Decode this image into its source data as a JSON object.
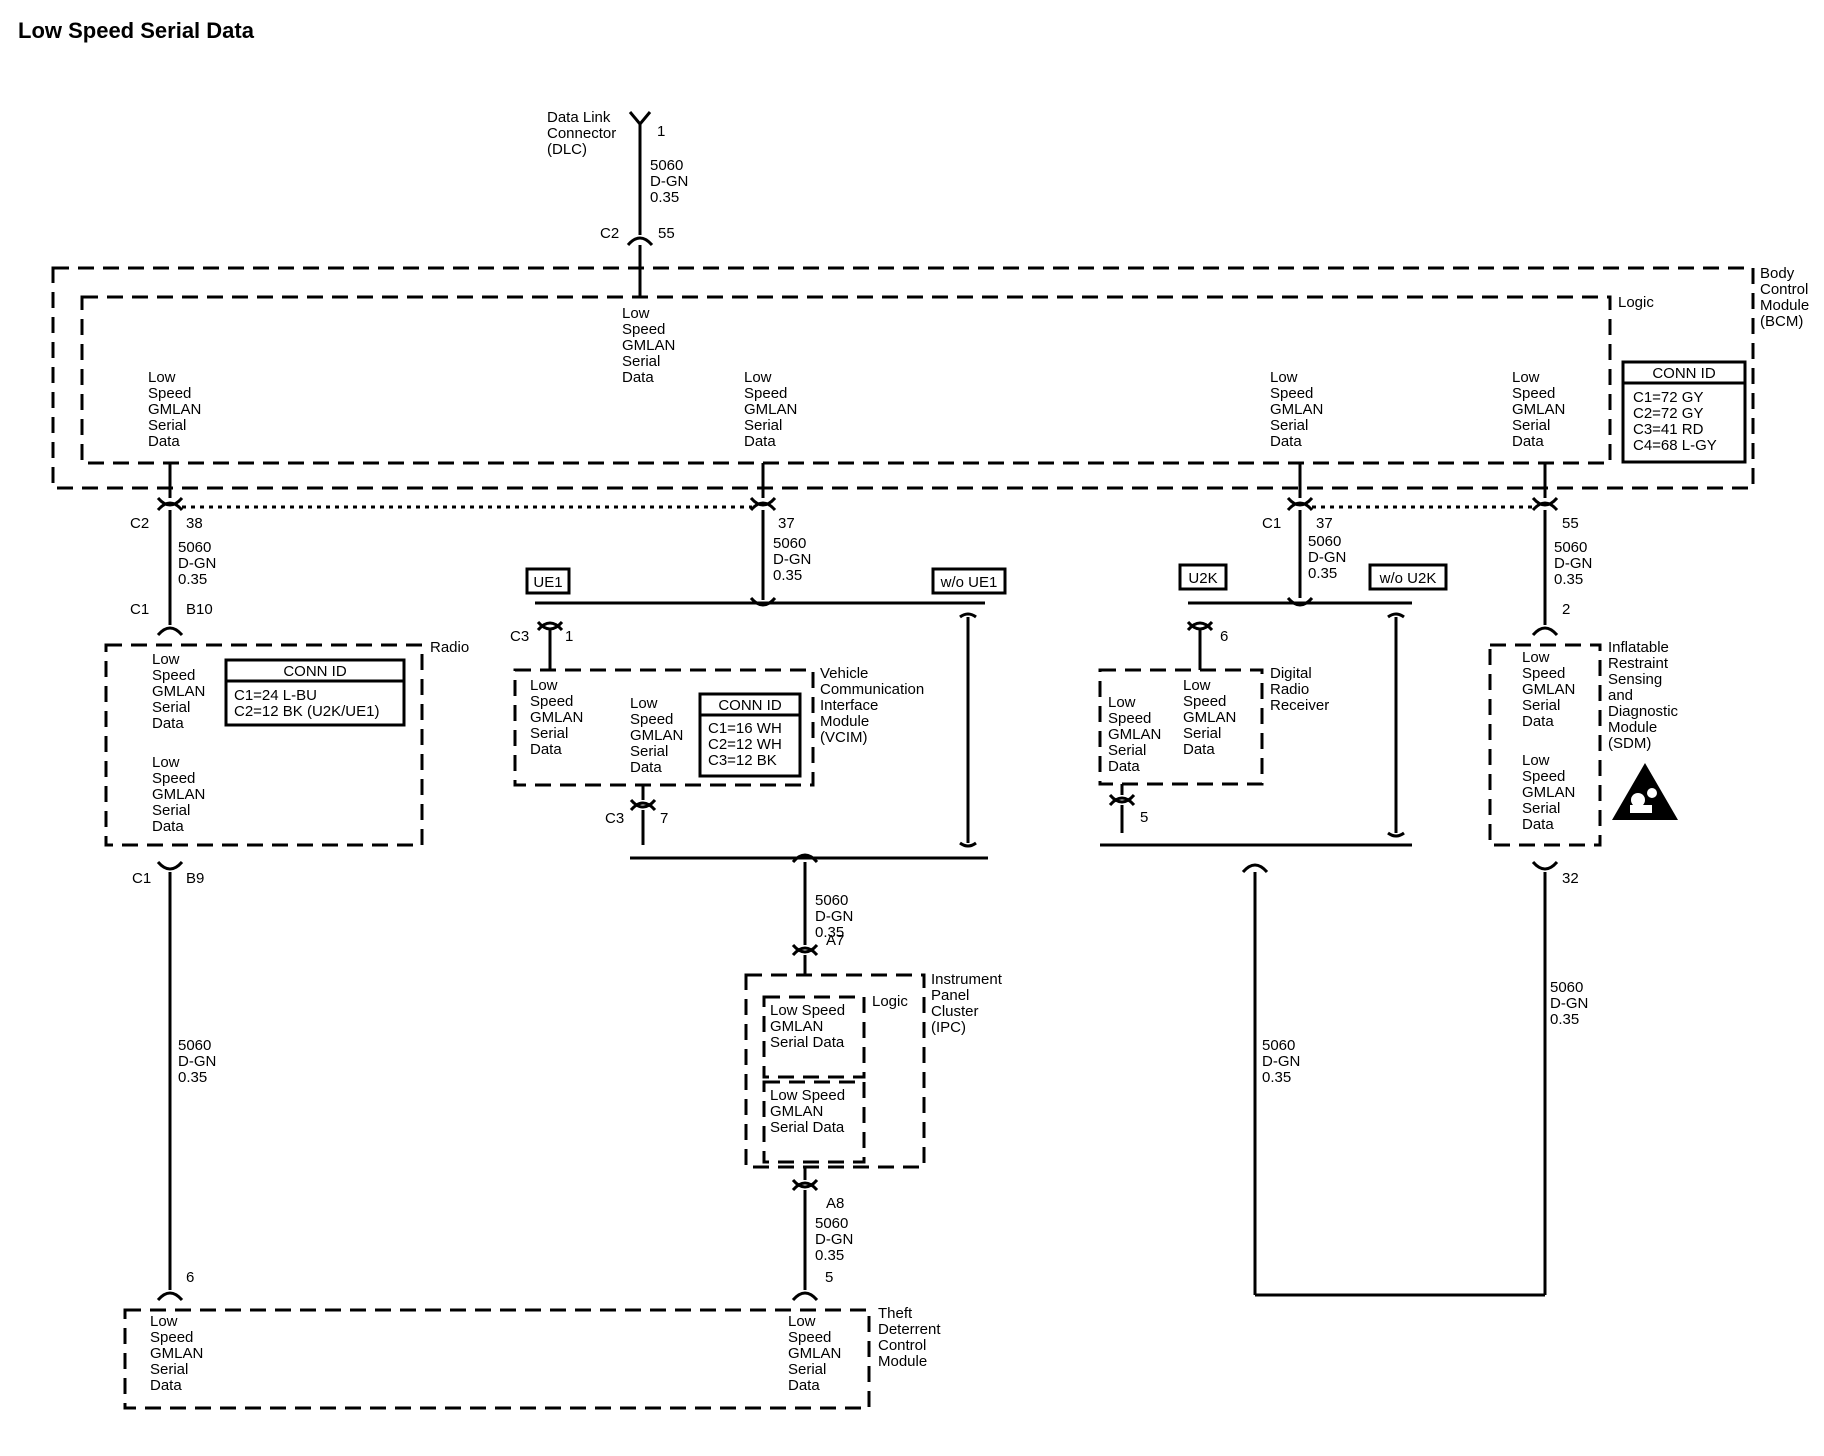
{
  "title": "Low Speed Serial Data",
  "lsd_lines": [
    "Low",
    "Speed",
    "GMLAN",
    "Serial",
    "Data"
  ],
  "lsd_compact": [
    "Low Speed",
    "GMLAN",
    "Serial Data"
  ],
  "wire": {
    "circuit": "5060",
    "color": "D-GN",
    "size": "0.35"
  },
  "dlc": {
    "lines": [
      "Data Link",
      "Connector",
      "(DLC)"
    ],
    "pin": "1"
  },
  "bcm": {
    "lines": [
      "Body",
      "Control",
      "Module",
      "(BCM)"
    ],
    "logic": "Logic",
    "conn_id": {
      "title": "CONN ID",
      "rows": [
        "C1=72 GY",
        "C2=72 GY",
        "C3=41 RD",
        "C4=68 L-GY"
      ]
    },
    "conn_top": "C2",
    "pin_top": "55",
    "c2": "C2",
    "pin_radio": "38",
    "pin_vcim": "37",
    "c1": "C1",
    "pin_drr": "37",
    "pin_sdm": "55"
  },
  "radio": {
    "label": "Radio",
    "conn_in": "C1",
    "pin_in": "B10",
    "conn_out": "C1",
    "pin_out": "B9",
    "conn_id": {
      "title": "CONN ID",
      "rows": [
        "C1=24 L-BU",
        "C2=12 BK (U2K/UE1)"
      ]
    }
  },
  "options": {
    "ue1": "UE1",
    "wo_ue1": "w/o UE1",
    "u2k": "U2K",
    "wo_u2k": "w/o U2K"
  },
  "vcim": {
    "lines": [
      "Vehicle",
      "Communication",
      "Interface",
      "Module",
      "(VCIM)"
    ],
    "conn_in": "C3",
    "pin_in": "1",
    "conn_out": "C3",
    "pin_out": "7",
    "conn_id": {
      "title": "CONN ID",
      "rows": [
        "C1=16 WH",
        "C2=12 WH",
        "C3=12 BK"
      ]
    }
  },
  "drr": {
    "lines": [
      "Digital",
      "Radio",
      "Receiver"
    ],
    "pin_in": "6",
    "pin_out": "5"
  },
  "sdm": {
    "lines": [
      "Inflatable",
      "Restraint",
      "Sensing",
      "and",
      "Diagnostic",
      "Module",
      "(SDM)"
    ],
    "pin_in": "2",
    "pin_out": "32"
  },
  "ipc": {
    "lines": [
      "Instrument",
      "Panel",
      "Cluster",
      "(IPC)"
    ],
    "logic": "Logic",
    "pin_in": "A7",
    "pin_out": "A8"
  },
  "tdcm": {
    "lines": [
      "Theft",
      "Deterrent",
      "Control",
      "Module"
    ],
    "pin_left": "6",
    "pin_right": "5"
  },
  "icon": "airbag-warning-icon"
}
